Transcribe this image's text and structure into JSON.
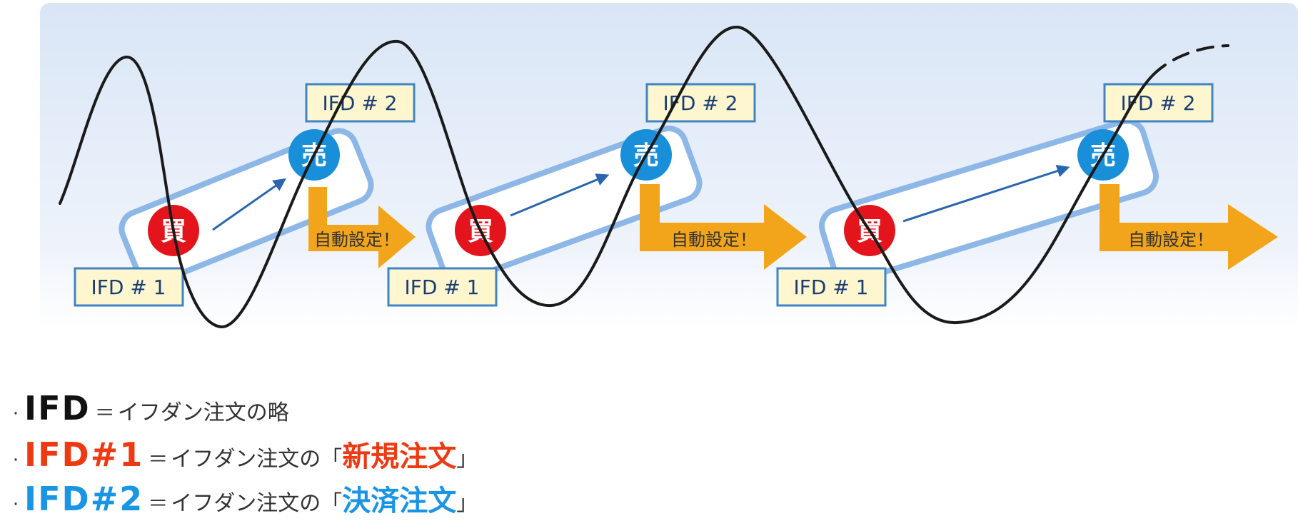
{
  "diagram": {
    "order_labels": {
      "first": "IFD # 1",
      "second": "IFD # 2"
    },
    "buy_glyph": "買",
    "sell_glyph": "売",
    "auto_set_text": "自動設定！",
    "colors": {
      "background_top": "#dce8f6",
      "background_bottom": "#ffffff",
      "band_stroke": "#8db7e6",
      "label_fill": "#fdf6cf",
      "label_stroke": "#3f85c6",
      "buy_circle": "#e3141b",
      "sell_circle": "#1a8fd9",
      "auto_arrow": "#f2a51a",
      "trend_arrow": "#2a66b0",
      "price_curve": "#1a1a1a"
    }
  },
  "legend": [
    {
      "term": "IFD",
      "equals": "＝",
      "desc": "イフダン注文の略",
      "open": "",
      "highlight": "",
      "close": ""
    },
    {
      "term": "IFD#1",
      "equals": "＝",
      "desc": "イフダン注文の",
      "open": "「",
      "highlight": "新規注文",
      "close": "」"
    },
    {
      "term": "IFD#2",
      "equals": "＝",
      "desc": "イフダン注文の",
      "open": "「",
      "highlight": "決済注文",
      "close": "」"
    }
  ]
}
